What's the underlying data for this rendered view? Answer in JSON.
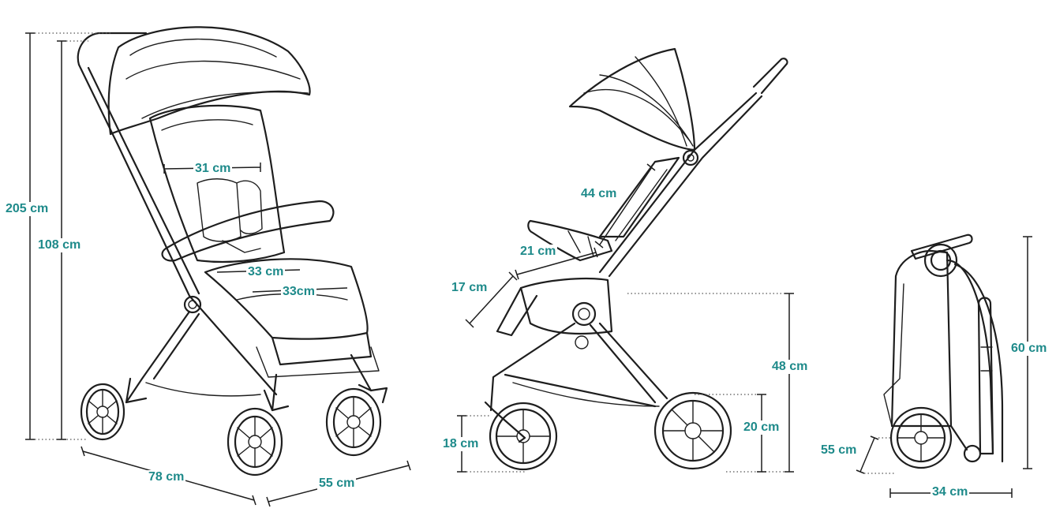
{
  "accent_color": "#1e8a8a",
  "line_color": "#1e1e1e",
  "views": [
    "front-three-quarter",
    "side",
    "folded"
  ],
  "dimensions": {
    "overall_height": "205 cm",
    "handle_height": "108 cm",
    "seat_width_upper": "31 cm",
    "seat_width_middle": "33 cm",
    "seat_width_lower": "33cm",
    "length": "78 cm",
    "width": "55 cm",
    "backrest": "44 cm",
    "footrest": "21 cm",
    "leg_rest": "17 cm",
    "seat_height": "48 cm",
    "rear_wheel": "20 cm",
    "front_wheel": "18 cm",
    "folded_height": "60 cm",
    "folded_depth": "55 cm",
    "folded_width": "34 cm"
  }
}
